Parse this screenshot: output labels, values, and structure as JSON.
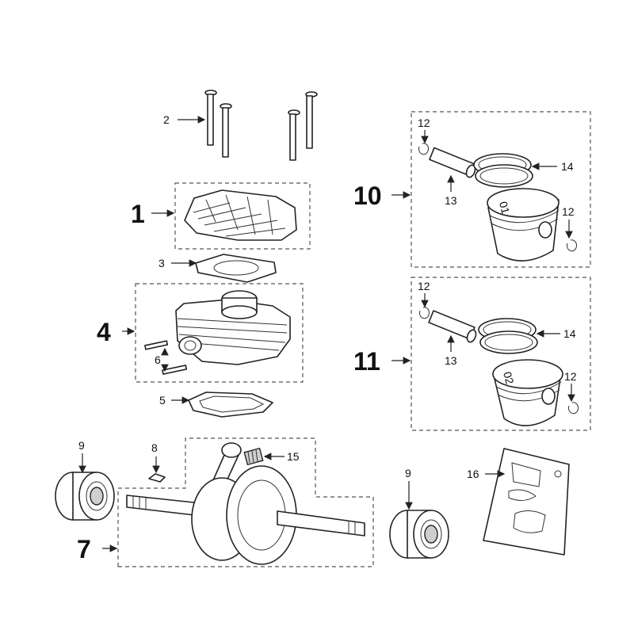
{
  "diagram": {
    "callouts": {
      "c1": "1",
      "c2": "2",
      "c3": "3",
      "c4": "4",
      "c5": "5",
      "c6": "6",
      "c7": "7",
      "c8": "8",
      "c9a": "9",
      "c9b": "9",
      "c10": "10",
      "c11": "11",
      "c12a": "12",
      "c12b": "12",
      "c12c": "12",
      "c12d": "12",
      "c13a": "13",
      "c13b": "13",
      "c14a": "14",
      "c14b": "14",
      "c15": "15",
      "c16": "16"
    },
    "piston_marks": {
      "p10": "01",
      "p11": "02"
    }
  }
}
